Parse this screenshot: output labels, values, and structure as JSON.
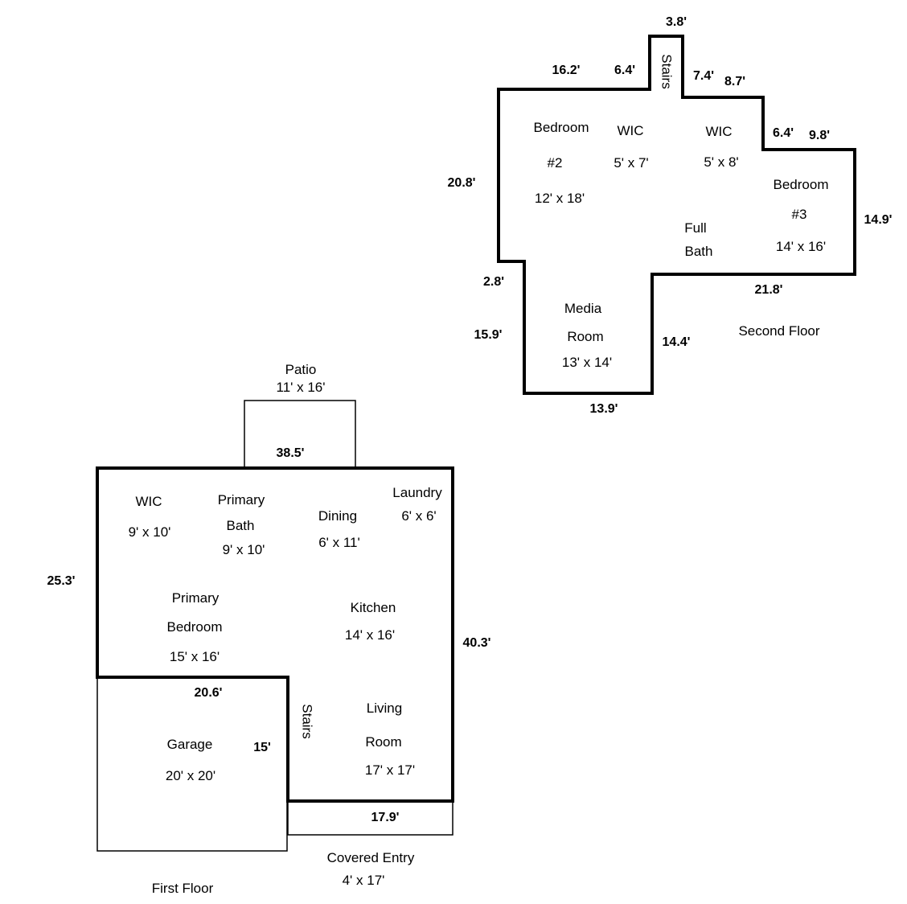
{
  "second_floor": {
    "caption": "Second Floor",
    "rooms": {
      "bedroom2": {
        "name": "Bedroom",
        "number": "#2",
        "size": "12' x 18'"
      },
      "wic_left": {
        "name": "WIC",
        "size": "5' x 7'"
      },
      "wic_right": {
        "name": "WIC",
        "size": "5' x 8'"
      },
      "bedroom3": {
        "name": "Bedroom",
        "number": "#3",
        "size": "14' x 16'"
      },
      "full_bath": {
        "line1": "Full",
        "line2": "Bath"
      },
      "media_room": {
        "line1": "Media",
        "line2": "Room",
        "size": "13' x 14'"
      },
      "stairs": "Stairs"
    },
    "dimensions": {
      "stairs_top": "3.8'",
      "left_top": "16.2'",
      "wic_top": "6.4'",
      "stair_right": "7.4'",
      "step_a": "8.7'",
      "step_b": "6.4'",
      "step_c": "9.8'",
      "left_side": "20.8'",
      "right_side": "14.9'",
      "notch": "2.8'",
      "bottom_right": "21.8'",
      "media_left": "15.9'",
      "media_right": "14.4'",
      "media_bottom": "13.9'"
    }
  },
  "first_floor": {
    "caption": "First Floor",
    "patio": {
      "name": "Patio",
      "size": "11' x 16'"
    },
    "covered_entry": {
      "name": "Covered Entry",
      "size": "4' x 17'"
    },
    "rooms": {
      "wic": {
        "name": "WIC",
        "size": "9' x 10'"
      },
      "primary_bath": {
        "line1": "Primary",
        "line2": "Bath",
        "size": "9' x 10'"
      },
      "dining": {
        "name": "Dining",
        "size": "6' x 11'"
      },
      "laundry": {
        "name": "Laundry",
        "size": "6' x 6'"
      },
      "primary_bedroom": {
        "line1": "Primary",
        "line2": "Bedroom",
        "size": "15' x 16'"
      },
      "kitchen": {
        "name": "Kitchen",
        "size": "14' x 16'"
      },
      "garage": {
        "name": "Garage",
        "size": "20' x 20'"
      },
      "stairs": "Stairs",
      "living_room": {
        "line1": "Living",
        "line2": "Room",
        "size": "17' x 17'"
      }
    },
    "dimensions": {
      "top": "38.5'",
      "left": "25.3'",
      "right": "40.3'",
      "garage_top": "20.6'",
      "inner": "15'",
      "bottom": "17.9'"
    }
  }
}
